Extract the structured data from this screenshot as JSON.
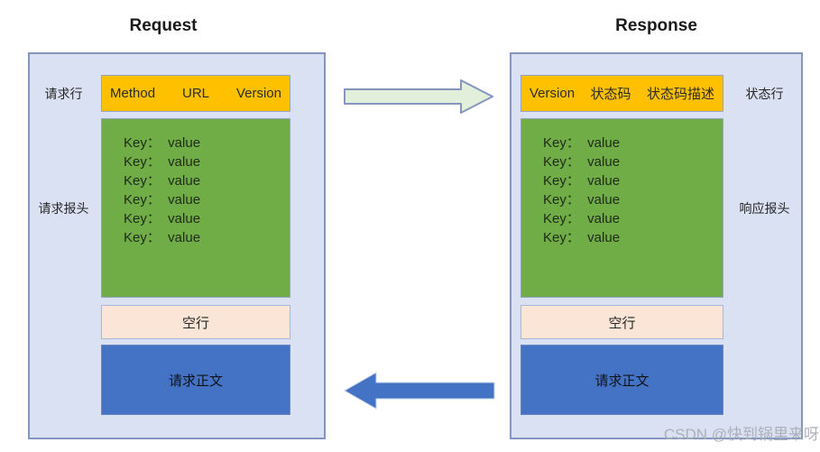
{
  "request": {
    "title": "Request",
    "line_label": "请求行",
    "headers_label": "请求报头",
    "start_line": [
      "Method",
      "URL",
      "Version"
    ],
    "headers": [
      "Key：  value",
      "Key：  value",
      "Key：  value",
      "Key：  value",
      "Key：  value",
      "Key：  value"
    ],
    "blank_line": "空行",
    "body": "请求正文"
  },
  "response": {
    "title": "Response",
    "line_label": "状态行",
    "headers_label": "响应报头",
    "start_line": [
      "Version",
      "状态码",
      "状态码描述"
    ],
    "headers": [
      "Key：  value",
      "Key：  value",
      "Key：  value",
      "Key：  value",
      "Key：  value",
      "Key：  value"
    ],
    "blank_line": "空行",
    "body": "请求正文"
  },
  "watermark": "CSDN @快到锅里来呀",
  "colors": {
    "panel_fill": "#D9E1F2",
    "panel_border": "#8496C0",
    "start_line_fill": "#FFC000",
    "headers_fill": "#70AD47",
    "blank_line_fill": "#FBE5D6",
    "body_fill": "#4472C4",
    "arrow_request_fill": "#E2EFDA",
    "arrow_response_fill": "#4472C4"
  }
}
